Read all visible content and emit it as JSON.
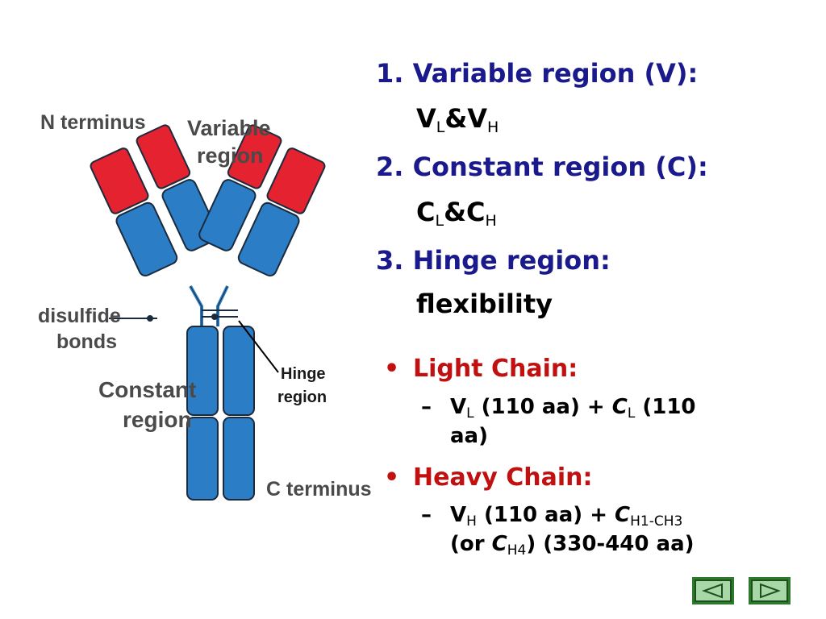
{
  "diagram": {
    "labels": {
      "n_terminus": "N terminus",
      "variable_region_1": "Variable",
      "variable_region_2": "region",
      "disulfide_1": "disulfide",
      "disulfide_2": "bonds",
      "constant_region_1": "Constant",
      "constant_region_2": "region",
      "hinge_1": "Hinge",
      "hinge_2": "region",
      "c_terminus": "C terminus"
    },
    "colors": {
      "variable": "#e52330",
      "constant": "#2b7ec6",
      "outline": "#1b2a3c"
    }
  },
  "regions": [
    {
      "title": "1. Variable region (V):",
      "detail": {
        "a": "V",
        "a_sub": "L",
        "amp": "&",
        "b": "V",
        "b_sub": "H"
      }
    },
    {
      "title": "2. Constant region (C):",
      "detail": {
        "a": "C",
        "a_sub": "L",
        "amp": "&",
        "b": "C",
        "b_sub": "H"
      }
    },
    {
      "title": "3. Hinge region:",
      "detail": {
        "text": "flexibility"
      }
    }
  ],
  "chains": {
    "light": {
      "label": "Light Chain:",
      "line1": {
        "v": "V",
        "v_sub": "L",
        "mid": " (110 aa) + ",
        "c": "C",
        "c_sub": "L",
        "end": " (110"
      },
      "line2": "aa)"
    },
    "heavy": {
      "label": "Heavy Chain:",
      "line1": {
        "v": "V",
        "v_sub": "H",
        "mid": " (110 aa) + ",
        "c": "C",
        "c_sub": "H1-CH3"
      },
      "line2": {
        "pre": "(or ",
        "c": "C",
        "c_sub": "H4",
        "post": ") (330-440 aa)"
      }
    },
    "bullet_symbol": "•",
    "dash_symbol": "–"
  },
  "nav": {
    "prev_icon": "triangle-left-icon",
    "next_icon": "triangle-right-icon"
  }
}
